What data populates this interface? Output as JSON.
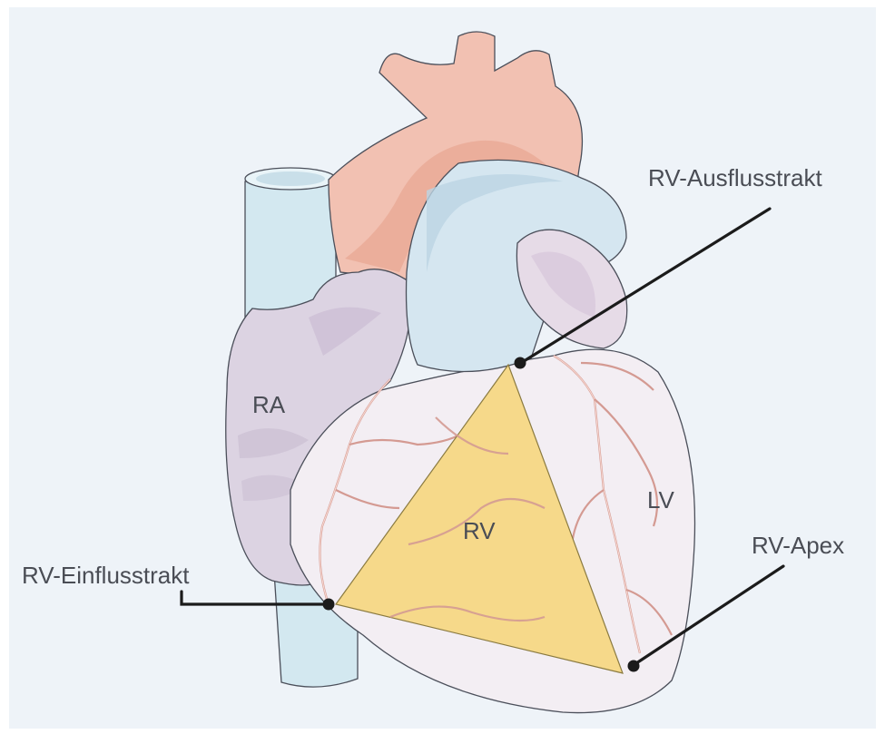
{
  "colors": {
    "background": "#eef3f8",
    "rv_triangle": "#f6d98a",
    "aorta": "#f2c1b2",
    "pulmonary": "#d5e6f0",
    "atrium": "#dcd3e2",
    "ventricle": "#f3eef3",
    "vena_cava": "#d3e8f0",
    "coronary": "#e2b3a8",
    "leader": "#1b1b1b",
    "label_text": "#4a4d55"
  },
  "regions": {
    "ra": "RA",
    "rv": "RV",
    "lv": "LV"
  },
  "callouts": {
    "rvot": "RV-Ausflusstrakt",
    "inflow": "RV-Einflusstrakt",
    "apex": "RV-Apex"
  }
}
